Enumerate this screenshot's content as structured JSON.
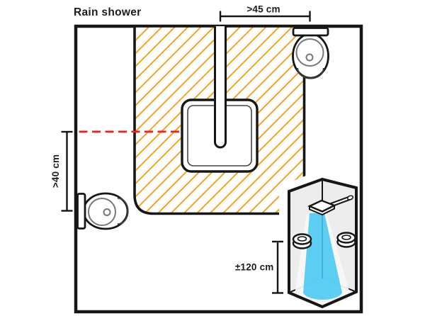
{
  "title": "Rain shower",
  "labels": {
    "top_clearance": ">45 cm",
    "side_clearance": ">40 cm",
    "control_height": "±120 cm"
  },
  "colors": {
    "line_black": "#161616",
    "hatch_orange": "#F6A324",
    "alert_red": "#FA1A1A",
    "water_blue": "#45C8F0",
    "wall_gray": "#EDEDED",
    "spray_gray": "#F7F7F7",
    "detail_gray": "#777777"
  },
  "icons": {
    "toilet_top_right": "toilet-plan-view-icon",
    "toilet_bottom_left": "toilet-plan-view-icon",
    "rain_head_plan": "rain-head-plan-icon",
    "shower_pipe": "ceiling-pipe-icon",
    "inset_rain_head": "rain-head-icon",
    "inset_water": "water-spray-icon",
    "inset_valves": "shower-valve-icon"
  }
}
